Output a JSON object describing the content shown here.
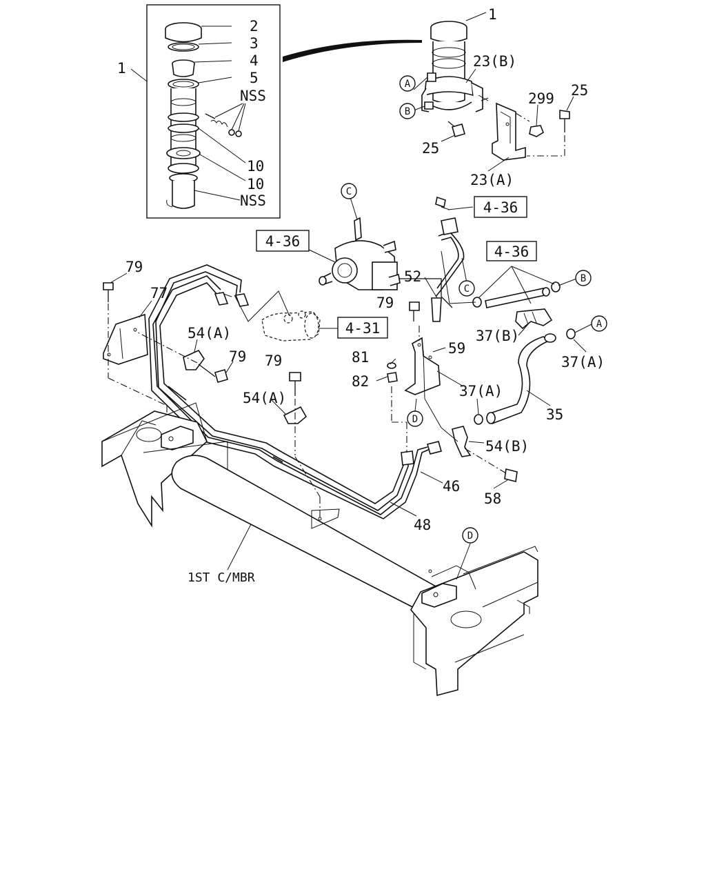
{
  "labels": {
    "callout_1_inset": "1",
    "callout_2": "2",
    "callout_3": "3",
    "callout_4": "4",
    "callout_5": "5",
    "nss_top": "NSS",
    "callout_10_a": "10",
    "callout_10_b": "10",
    "nss_bottom": "NSS",
    "callout_1_tank": "1",
    "callout_23b": "23(B)",
    "callout_299": "299",
    "callout_25_right": "25",
    "callout_25_left": "25",
    "callout_23a": "23(A)",
    "callout_79_left": "79",
    "callout_77": "77",
    "callout_54a_left": "54(A)",
    "callout_79_mid": "79",
    "callout_79_center": "79",
    "callout_54a_center": "54(A)",
    "callout_52": "52",
    "callout_79_pump": "79",
    "callout_59": "59",
    "callout_81": "81",
    "callout_82": "82",
    "callout_37b": "37(B)",
    "callout_37a_right": "37(A)",
    "callout_37a_mid": "37(A)",
    "callout_35": "35",
    "callout_54b": "54(B)",
    "callout_46": "46",
    "callout_58": "58",
    "callout_48": "48",
    "first_cross_member": "1ST C/MBR"
  },
  "references": {
    "ref_4_36_top": "4-36",
    "ref_4_36_pump": "4-36",
    "ref_4_36_hose": "4-36",
    "ref_4_31": "4-31"
  },
  "connectors": {
    "A_tank": "A",
    "B_tank": "B",
    "C_pump": "C",
    "C_pipe": "C",
    "B_hose": "B",
    "A_hose": "A",
    "D_bracket": "D",
    "D_frame": "D"
  }
}
